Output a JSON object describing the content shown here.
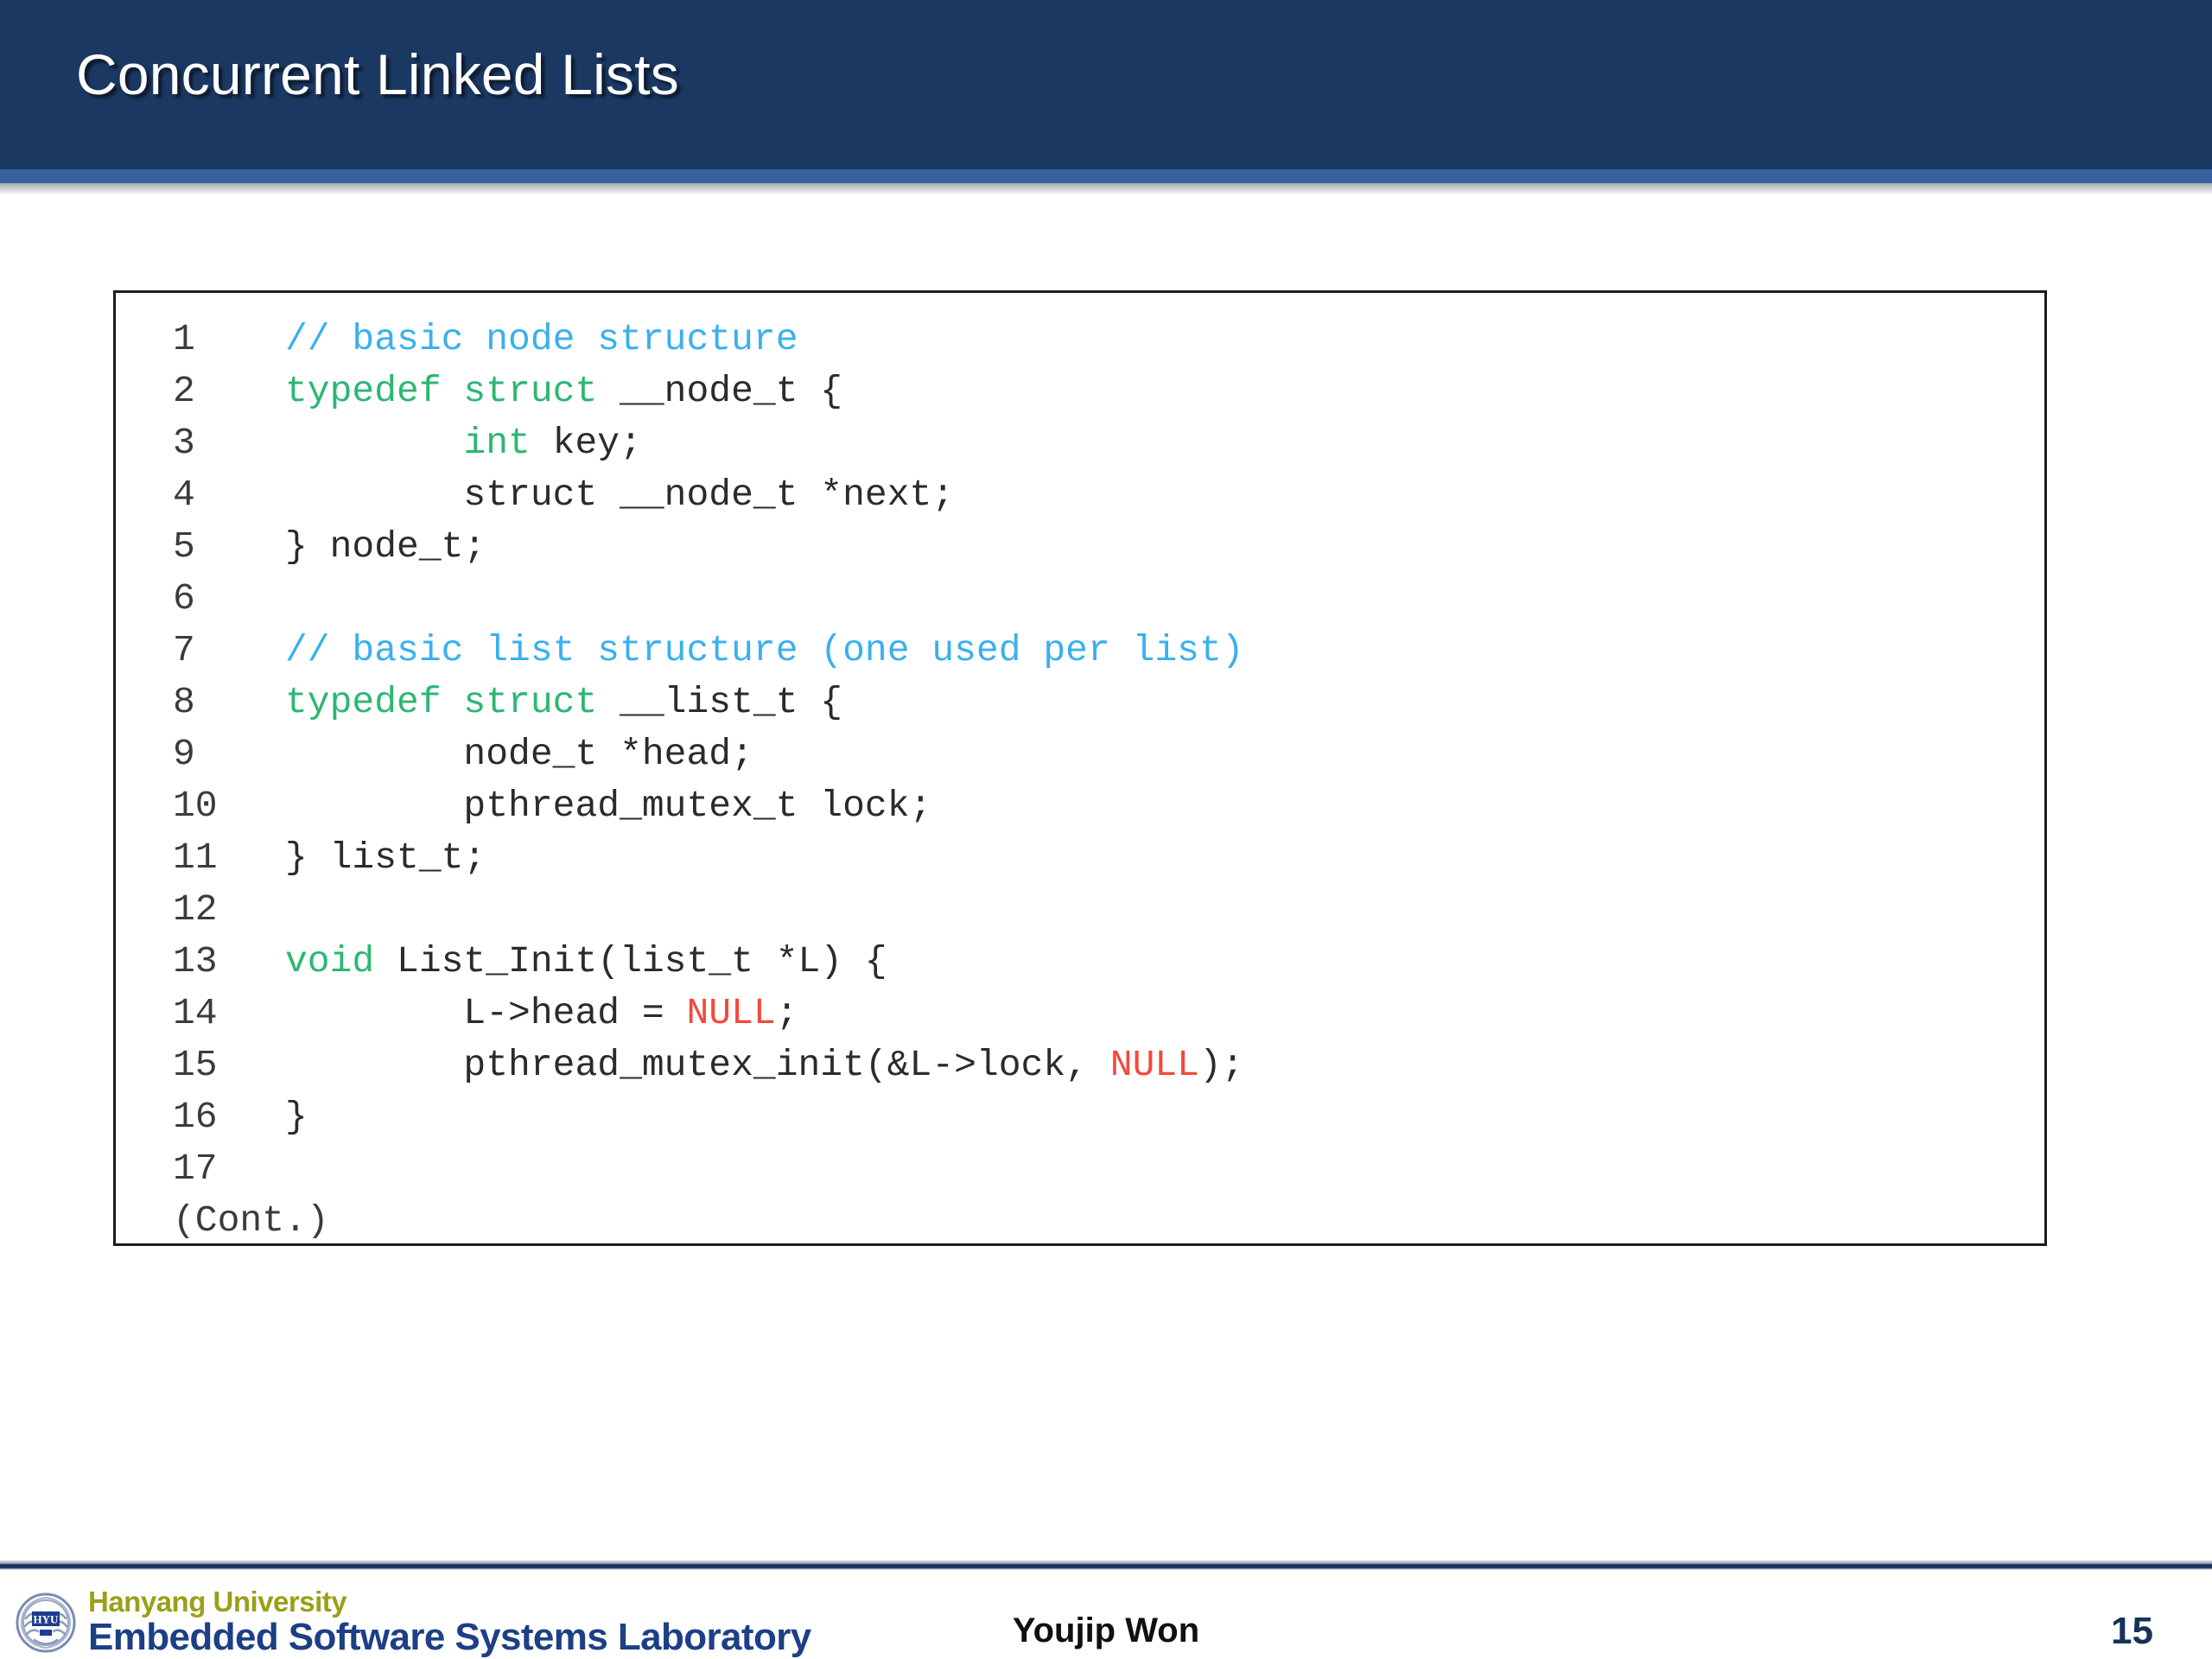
{
  "slide": {
    "title": "Concurrent Linked Lists",
    "header_bg": "#1a3862",
    "header_accent": "#36609e"
  },
  "code": {
    "border_color": "#1c1c1c",
    "colors": {
      "comment": "#3ab0ee",
      "keyword": "#2cb772",
      "null": "#f4483b",
      "plain": "#2b2b2b"
    },
    "lines": [
      {
        "num": "1",
        "tokens": [
          {
            "t": "// basic node structure",
            "c": "comment"
          }
        ]
      },
      {
        "num": "2",
        "tokens": [
          {
            "t": "typedef struct",
            "c": "keyword"
          },
          {
            "t": " __node_t {",
            "c": "plain"
          }
        ]
      },
      {
        "num": "3",
        "tokens": [
          {
            "t": "        ",
            "c": "plain"
          },
          {
            "t": "int",
            "c": "keyword"
          },
          {
            "t": " key;",
            "c": "plain"
          }
        ]
      },
      {
        "num": "4",
        "tokens": [
          {
            "t": "        struct __node_t *next;",
            "c": "plain"
          }
        ]
      },
      {
        "num": "5",
        "tokens": [
          {
            "t": "} node_t;",
            "c": "plain"
          }
        ]
      },
      {
        "num": "6",
        "tokens": [
          {
            "t": "",
            "c": "plain"
          }
        ]
      },
      {
        "num": "7",
        "tokens": [
          {
            "t": "// basic list structure (one used per list)",
            "c": "comment"
          }
        ]
      },
      {
        "num": "8",
        "tokens": [
          {
            "t": "typedef struct",
            "c": "keyword"
          },
          {
            "t": " __list_t {",
            "c": "plain"
          }
        ]
      },
      {
        "num": "9",
        "tokens": [
          {
            "t": "        node_t *head;",
            "c": "plain"
          }
        ]
      },
      {
        "num": "10",
        "tokens": [
          {
            "t": "        pthread_mutex_t lock;",
            "c": "plain"
          }
        ]
      },
      {
        "num": "11",
        "tokens": [
          {
            "t": "} list_t;",
            "c": "plain"
          }
        ]
      },
      {
        "num": "12",
        "tokens": [
          {
            "t": "",
            "c": "plain"
          }
        ]
      },
      {
        "num": "13",
        "tokens": [
          {
            "t": "void",
            "c": "keyword"
          },
          {
            "t": " List_Init(list_t *L) {",
            "c": "plain"
          }
        ]
      },
      {
        "num": "14",
        "tokens": [
          {
            "t": "        L->head = ",
            "c": "plain"
          },
          {
            "t": "NULL",
            "c": "null"
          },
          {
            "t": ";",
            "c": "plain"
          }
        ]
      },
      {
        "num": "15",
        "tokens": [
          {
            "t": "        pthread_mutex_init(&L->lock, ",
            "c": "plain"
          },
          {
            "t": "NULL",
            "c": "null"
          },
          {
            "t": ");",
            "c": "plain"
          }
        ]
      },
      {
        "num": "16",
        "tokens": [
          {
            "t": "}",
            "c": "plain"
          }
        ]
      },
      {
        "num": "17",
        "tokens": [
          {
            "t": "",
            "c": "plain"
          }
        ]
      },
      {
        "num": "(Cont.)",
        "tokens": [
          {
            "t": "",
            "c": "plain"
          }
        ]
      }
    ]
  },
  "footer": {
    "logo_university": "Hanyang University",
    "logo_lab": "Embedded Software Systems Laboratory",
    "author": "Youjip Won",
    "page_number": "15",
    "univ_color": "#9aa018",
    "lab_color": "#1d3f86"
  }
}
